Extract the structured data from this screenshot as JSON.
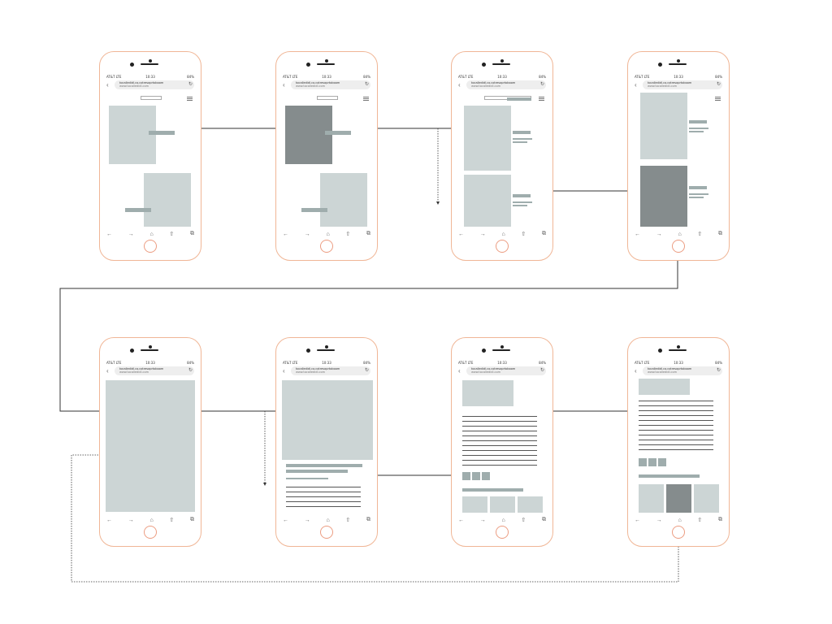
{
  "phone": {
    "status_left": "AT&T LTE",
    "status_time": "10:33",
    "status_right": "84%",
    "url_line1": "tocalledidl.co.cotresoprtoboom",
    "url_line2": "www.tocalledidl.com",
    "back_icon": "chevron-left-icon",
    "reload_icon": "reload-icon"
  },
  "toolbar": {
    "back": "←",
    "forward": "→",
    "home": "⌂",
    "share": "⇧",
    "tabs": "⧉"
  },
  "colors": {
    "phone_border": "#f0b696",
    "placeholder_light": "#ccd5d5",
    "placeholder_dark": "#858c8d",
    "flow_line": "#333333"
  }
}
